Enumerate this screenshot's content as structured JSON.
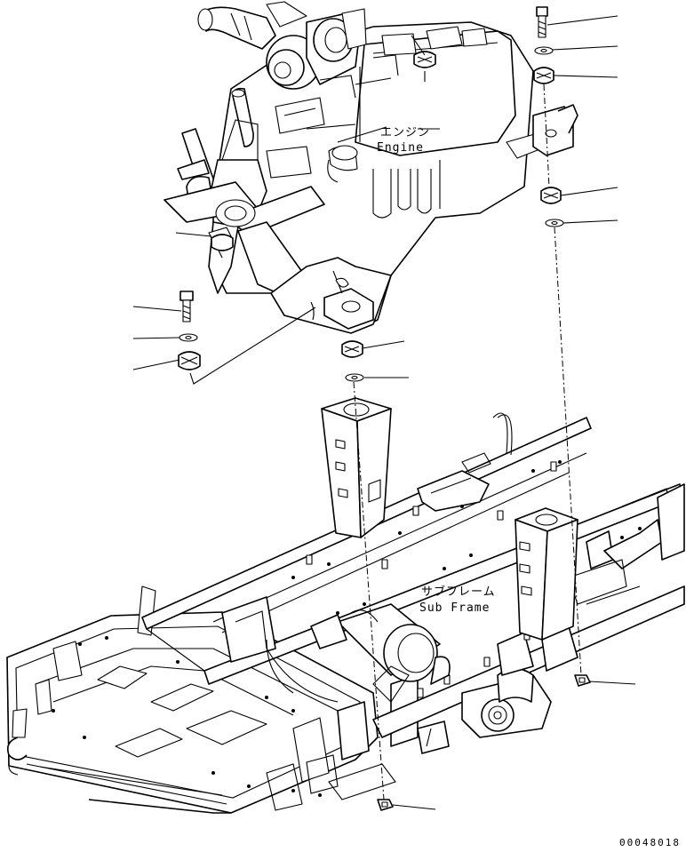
{
  "labels": {
    "engine_jp": "エンジン",
    "engine_en": "Engine",
    "subframe_jp": "サブフレーム",
    "subframe_en": "Sub Frame"
  },
  "drawing_number": "00048018"
}
